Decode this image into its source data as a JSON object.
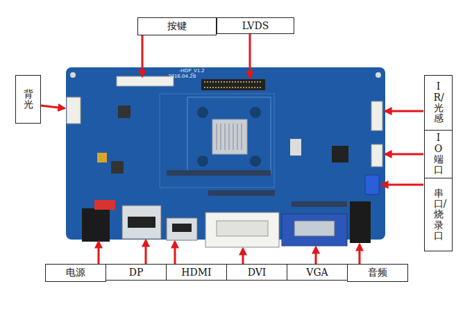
{
  "diagram": {
    "nodes": [
      {
        "text": [
          "按键"
        ]
      },
      {
        "text": [
          "LVDS"
        ]
      },
      {
        "text": [
          "背光"
        ]
      },
      {
        "text": [
          "IR/光感"
        ]
      },
      {
        "text": [
          "IO端口"
        ]
      },
      {
        "text": [
          "串口/烧录口"
        ]
      },
      {
        "text": [
          "电源"
        ]
      },
      {
        "text": [
          "DP"
        ]
      },
      {
        "text": [
          "HDMI"
        ]
      },
      {
        "text": [
          "DVI"
        ]
      },
      {
        "text": [
          "VGA"
        ]
      },
      {
        "text": [
          "音频"
        ]
      }
    ],
    "labels": [
      "-HDP_V1.2",
      "2016.04.28"
    ]
  }
}
